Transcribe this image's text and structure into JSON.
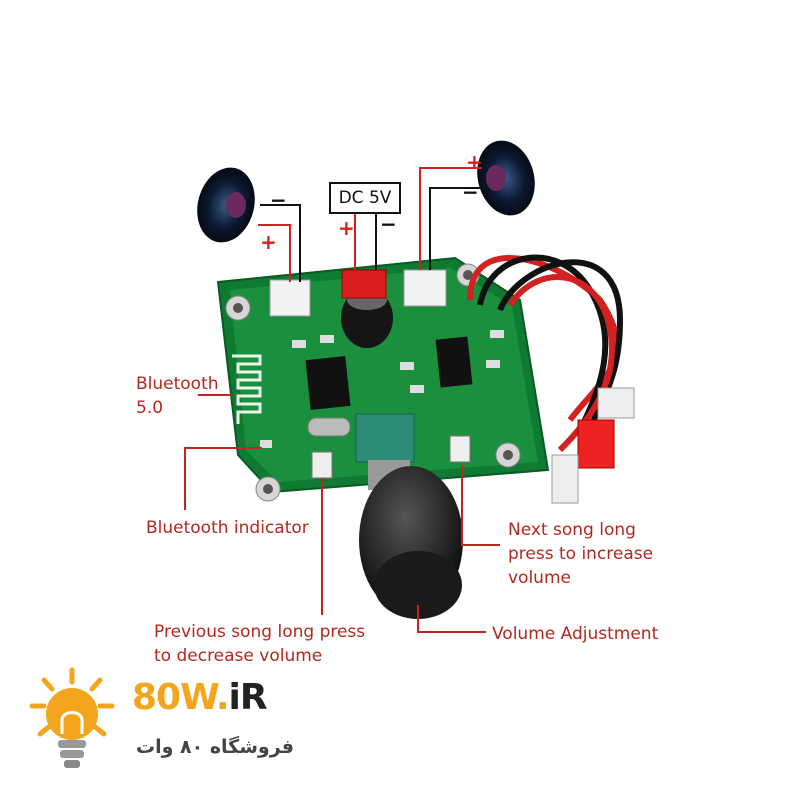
{
  "labels": {
    "bluetooth": "Bluetooth",
    "bluetooth_version": "5.0",
    "dc": "DC 5V",
    "bluetooth_indicator": "Bluetooth indicator",
    "next_song_1": "Next song long",
    "next_song_2": "press to increase",
    "next_song_3": "volume",
    "prev_song_1": "Previous song long press",
    "prev_song_2": "to decrease volume",
    "volume_adjustment": "Volume Adjustment",
    "plus": "+",
    "minus": "−"
  },
  "logo": {
    "brand_part1": "80W.",
    "brand_part2": "iR",
    "tagline": "فروشگاه ۸۰ وات"
  },
  "colors": {
    "annotation": "#b3281e",
    "pcb": "#1a8a3a",
    "brand_orange": "#f2a51d",
    "brand_dark": "#222222"
  }
}
